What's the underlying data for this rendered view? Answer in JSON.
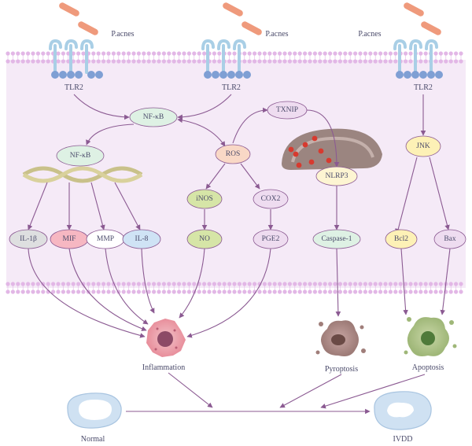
{
  "diagram": {
    "pathogen": "P.acnes",
    "receptor": "TLR2",
    "nodes": {
      "nfkb": "NF-κB",
      "nfkb_nuclear": "NF-κB",
      "ros": "ROS",
      "txnip": "TXNIP",
      "nlrp3": "NLRP3",
      "jnk": "JNK",
      "inos": "iNOS",
      "cox2": "COX2",
      "il1b": "IL-1β",
      "mif": "MIF",
      "mmp": "MMP",
      "il8": "IL-8",
      "no": "NO",
      "pge2": "PGE2",
      "caspase1": "Caspase-1",
      "bcl2": "Bcl2",
      "bax": "Bax"
    },
    "outcomes": {
      "inflammation": "Inflammation",
      "pyroptosis": "Pyroptosis",
      "apoptosis": "Apoptosis",
      "normal": "Normal",
      "ivdd": "IVDD"
    },
    "colors": {
      "membrane": "#e2b7e6",
      "cytoplasm": "#f5eaf7",
      "arrow": "#8b5a92",
      "receptor": "#a9cfe6",
      "receptor_dot": "#7f9fd4",
      "bacteria": "#ef9a7c",
      "node_green": "#def1e4",
      "node_orange": "#f9d8c6",
      "node_lilac": "#eedcf0",
      "node_yellow": "#fdf1b6",
      "node_red": "#f6b7c2",
      "node_blue": "#cfe3f5",
      "node_olive": "#d6e5a7",
      "node_grey": "#dedfe0",
      "mitochondria": "#9b8580",
      "disc": "#cfe1f2"
    }
  }
}
